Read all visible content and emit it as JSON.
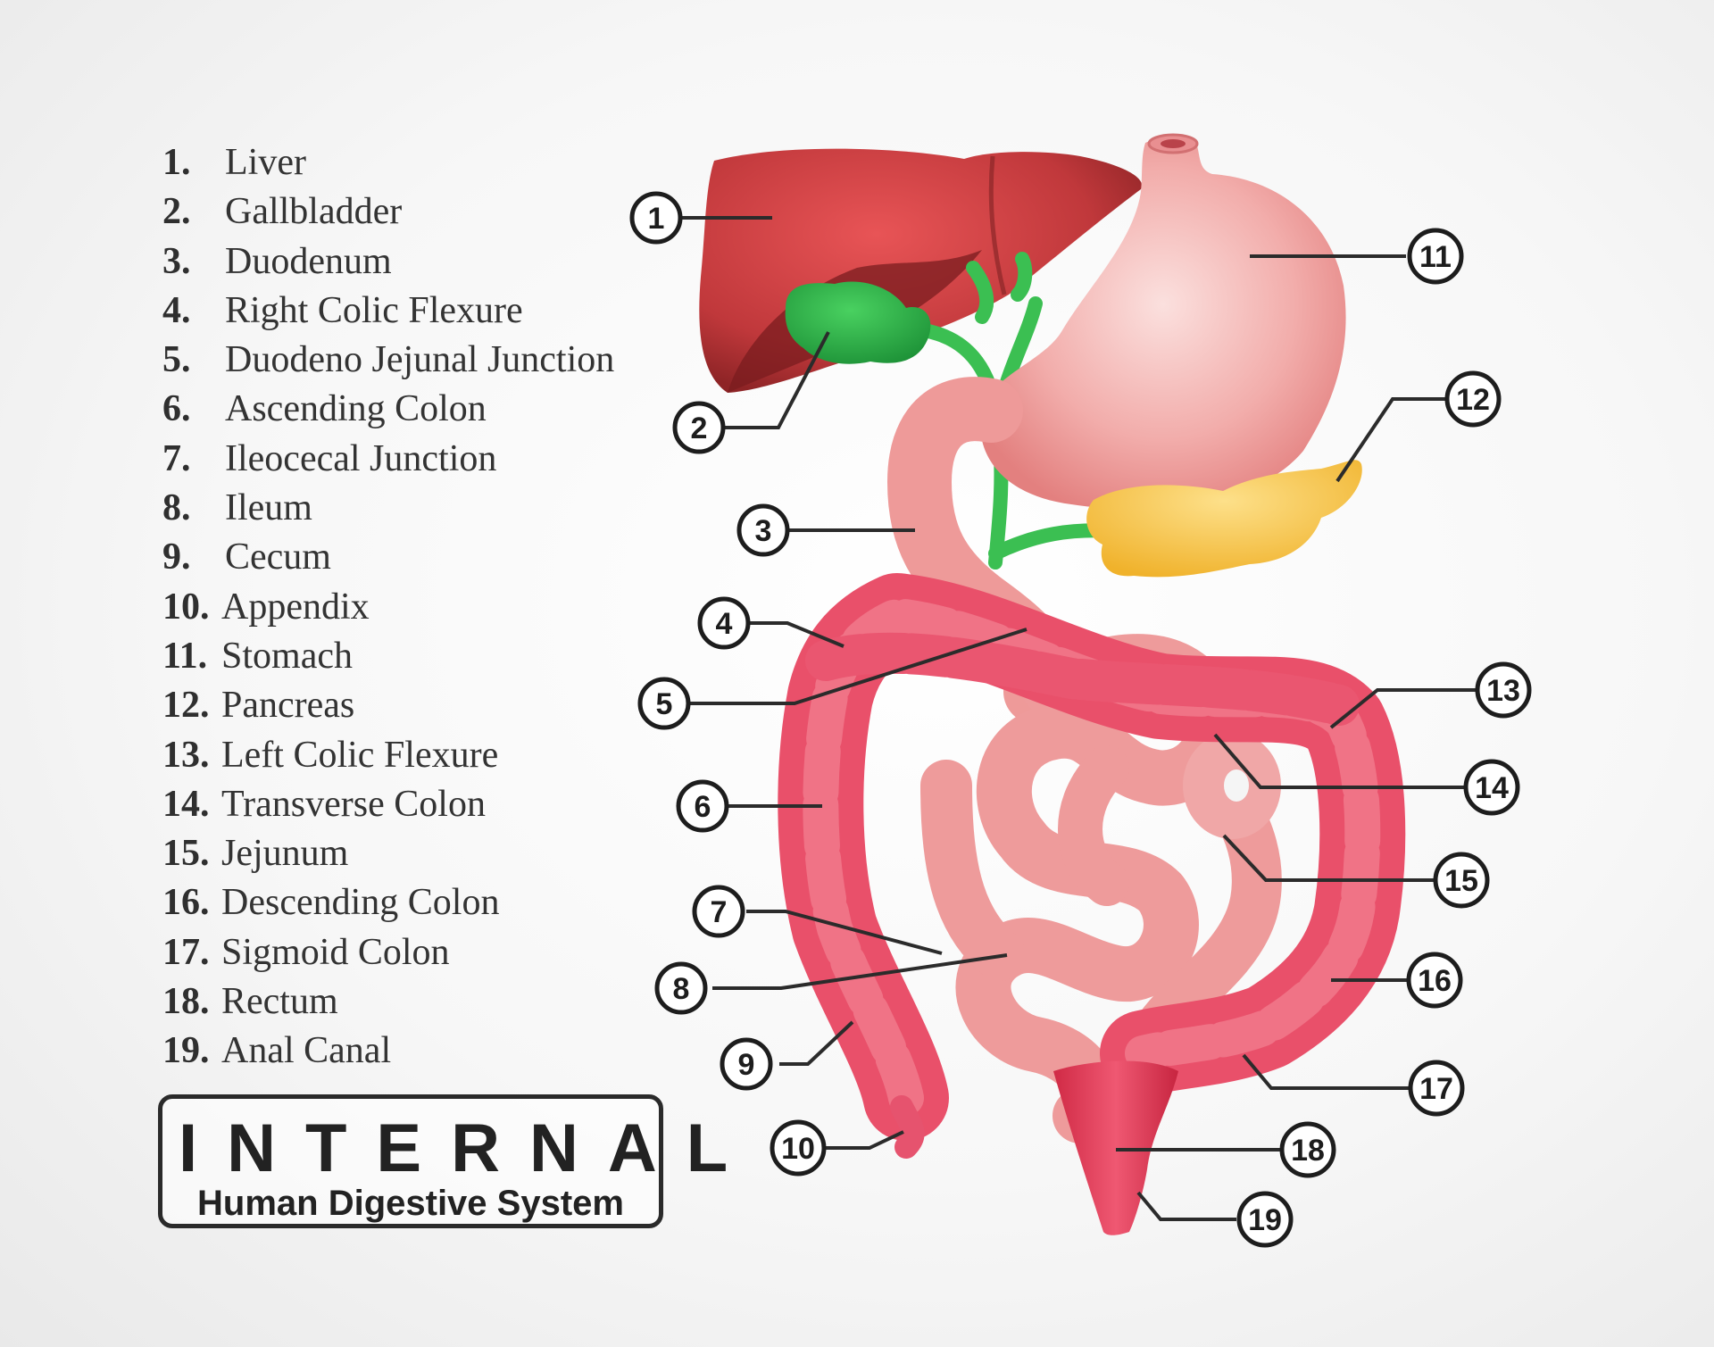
{
  "legend": [
    {
      "num": "1.",
      "label": "Liver"
    },
    {
      "num": "2.",
      "label": "Gallbladder"
    },
    {
      "num": "3.",
      "label": "Duodenum"
    },
    {
      "num": "4.",
      "label": "Right Colic Flexure"
    },
    {
      "num": "5.",
      "label": "Duodeno Jejunal Junction"
    },
    {
      "num": "6.",
      "label": "Ascending Colon"
    },
    {
      "num": "7.",
      "label": "Ileocecal Junction"
    },
    {
      "num": "8.",
      "label": "Ileum"
    },
    {
      "num": "9.",
      "label": "Cecum"
    },
    {
      "num": "10.",
      "label": "Appendix"
    },
    {
      "num": "11.",
      "label": "Stomach"
    },
    {
      "num": "12.",
      "label": "Pancreas"
    },
    {
      "num": "13.",
      "label": "Left Colic Flexure"
    },
    {
      "num": "14.",
      "label": "Transverse Colon"
    },
    {
      "num": "15.",
      "label": "Jejunum"
    },
    {
      "num": "16.",
      "label": "Descending Colon"
    },
    {
      "num": "17.",
      "label": "Sigmoid Colon"
    },
    {
      "num": "18.",
      "label": "Rectum"
    },
    {
      "num": "19.",
      "label": "Anal Canal"
    }
  ],
  "title": {
    "main": "INTERNAL",
    "sub": "Human Digestive System"
  },
  "callouts": [
    "1",
    "2",
    "3",
    "4",
    "5",
    "6",
    "7",
    "8",
    "9",
    "10",
    "11",
    "12",
    "13",
    "14",
    "15",
    "16",
    "17",
    "18",
    "19"
  ],
  "colors": {
    "liver": "#c0383b",
    "gallbladder": "#2fb24a",
    "stomach": "#f0a4a4",
    "pancreas": "#f6c245",
    "colon": "#e9506a",
    "small_intestine": "#ef9c9c",
    "rectum": "#e23a55"
  }
}
